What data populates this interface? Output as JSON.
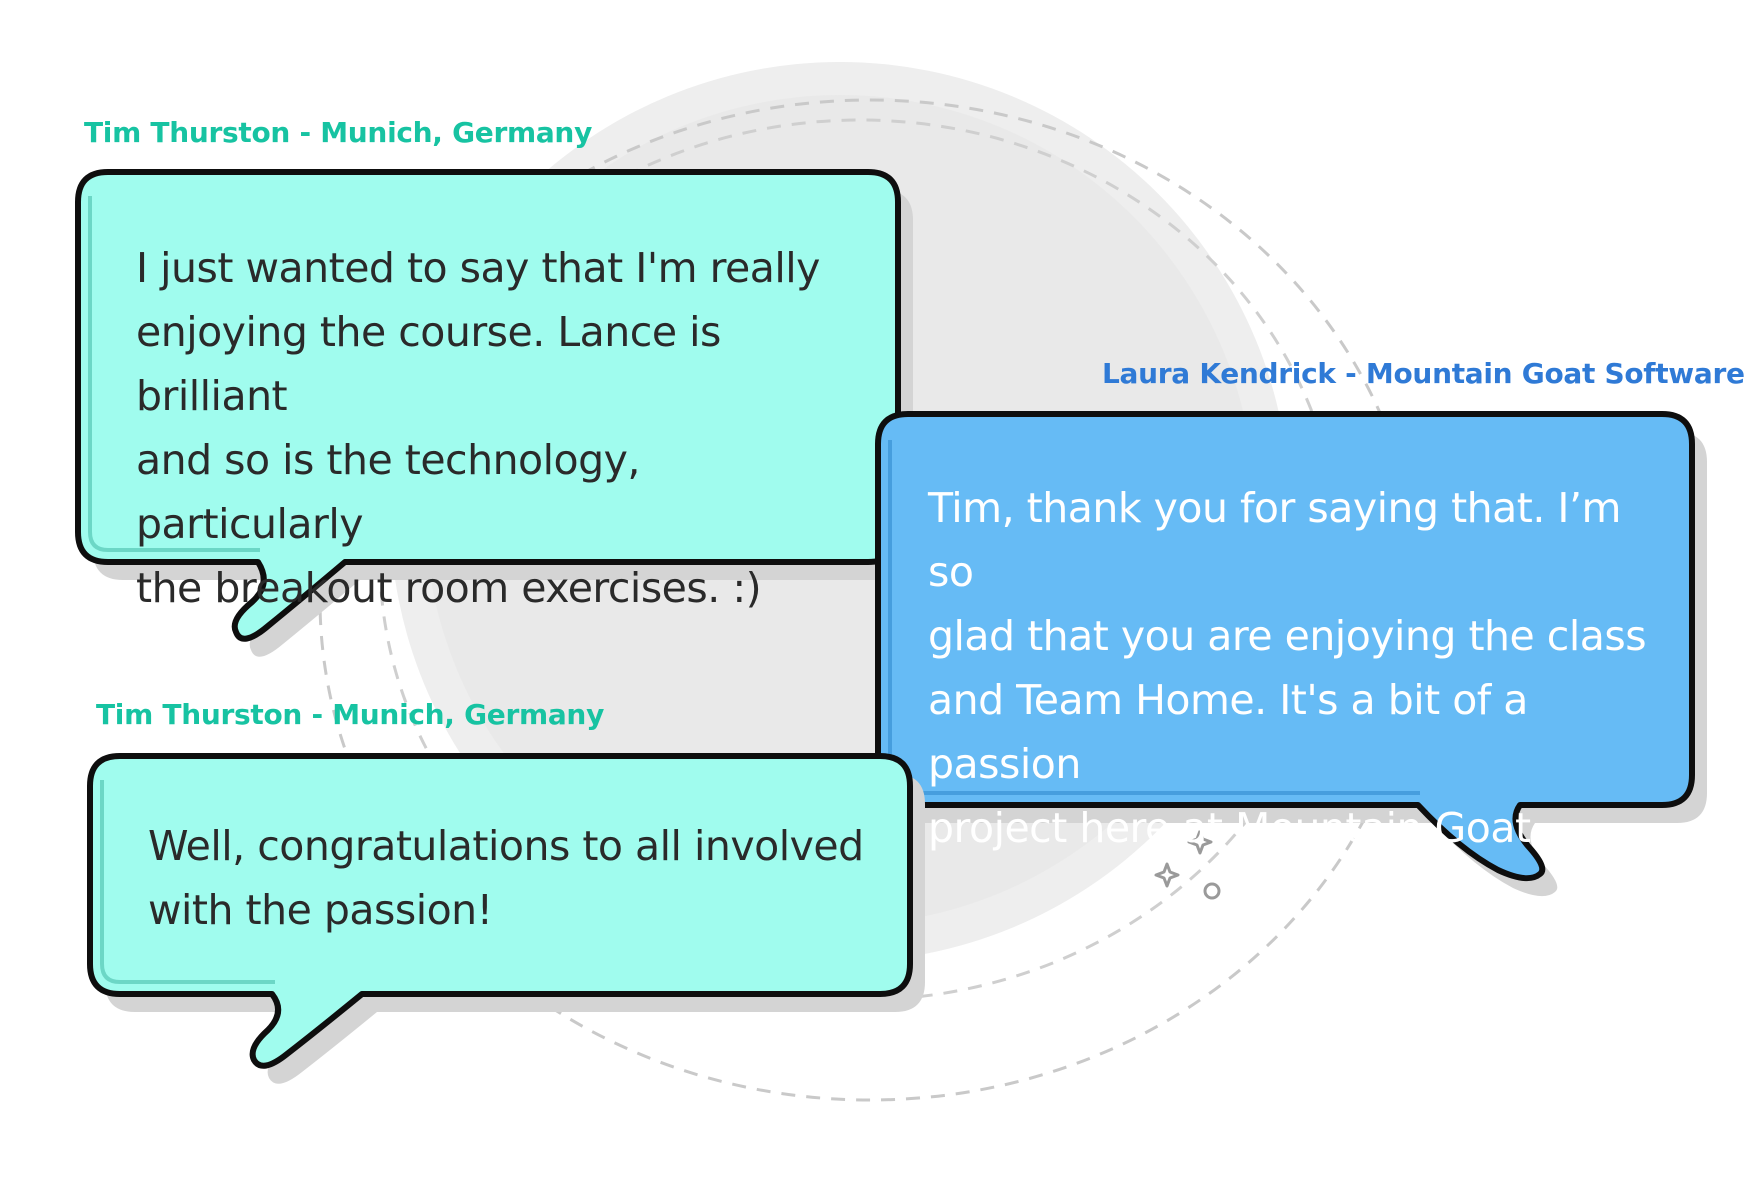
{
  "theme": {
    "teal_bubble": "#A0FCEE",
    "teal_text": "#17C3A2",
    "blue_bubble": "#66BBF5",
    "blue_text": "#2F7AD6",
    "outline": "#0E0E0E",
    "backdrop_circle": "#EEEEEE"
  },
  "messages": [
    {
      "speaker": "Tim Thurston - Munich, Germany",
      "lines": [
        "I just wanted to say that I'm really",
        "enjoying the course. Lance is brilliant",
        "and so is the technology, particularly",
        "the breakout room exercises. :)"
      ]
    },
    {
      "speaker": "Laura Kendrick - Mountain Goat Software",
      "lines": [
        "Tim, thank you for saying that. I’m so",
        "glad that you are enjoying the class",
        "and Team Home. It's a bit of a passion",
        "project here at Mountain Goat."
      ]
    },
    {
      "speaker": "Tim Thurston - Munich, Germany",
      "lines": [
        "Well, congratulations to all involved",
        "with the passion!"
      ]
    }
  ],
  "decorations": [
    "sparkle-star-icon",
    "sparkle-star-icon",
    "sparkle-ring-icon"
  ]
}
